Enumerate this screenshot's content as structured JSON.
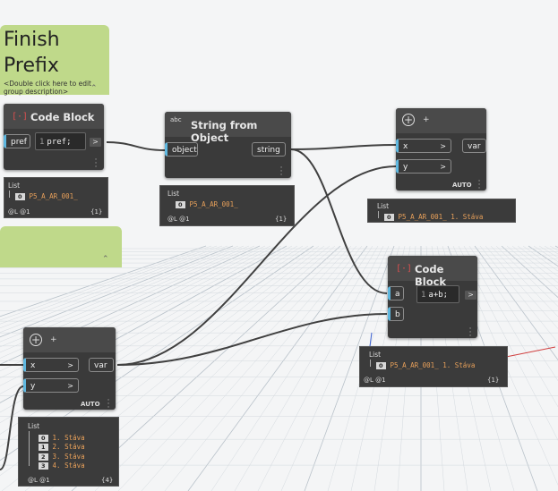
{
  "group1": {
    "title_line1": "Finish",
    "title_line2": "Prefix",
    "description_line1": "<Double click here to edit",
    "description_line2": "group description>"
  },
  "node_code_pref": {
    "title": "Code Block",
    "input_port": "pref",
    "line_number": "1",
    "code": "pref;",
    "output_button": ">",
    "preview": {
      "header": "List",
      "index": "0",
      "value": "P5_A_AR_001_",
      "levels": "@L @1",
      "count": "{1}"
    }
  },
  "node_string_from_object": {
    "title": "String from Object",
    "icon_text": "abc",
    "input_port": "object",
    "output_port": "string",
    "preview": {
      "header": "List",
      "index": "0",
      "value": "P5_A_AR_001_",
      "levels": "@L @1",
      "count": "{1}"
    }
  },
  "node_list_create_top": {
    "plus": "+",
    "minus": "+",
    "inputs": [
      "x",
      "y"
    ],
    "output_port": "var",
    "auto": "AUTO",
    "preview": {
      "header": "List",
      "index": "0",
      "value": "P5_A_AR_001_ 1. Stáva"
    }
  },
  "node_code_concat": {
    "title": "Code Block",
    "inputs": [
      "a",
      "b"
    ],
    "line_number": "1",
    "code": "a+b;",
    "output_button": ">",
    "preview": {
      "header": "List",
      "index": "0",
      "value": "P5_A_AR_001_ 1. Stáva",
      "levels": "@L @1",
      "count": "{1}"
    }
  },
  "node_list_create_bottom": {
    "plus": "+",
    "minus": "+",
    "inputs": [
      "x",
      "y"
    ],
    "output_port": "var",
    "auto": "AUTO",
    "preview": {
      "header": "List",
      "items": [
        {
          "index": "0",
          "value": "1. Stáva"
        },
        {
          "index": "1",
          "value": "2. Stáva"
        },
        {
          "index": "2",
          "value": "3. Stáva"
        },
        {
          "index": "3",
          "value": "4. Stáva"
        }
      ],
      "levels": "@L @1",
      "count": "{4}"
    }
  },
  "colors": {
    "group_fill": "#bfd98a",
    "node_body": "#3a3a3a",
    "port_accent": "#5fb8e0",
    "wire": "#404040",
    "preview_value": "#e8a05a",
    "codeblock_icon": "#d95050"
  }
}
